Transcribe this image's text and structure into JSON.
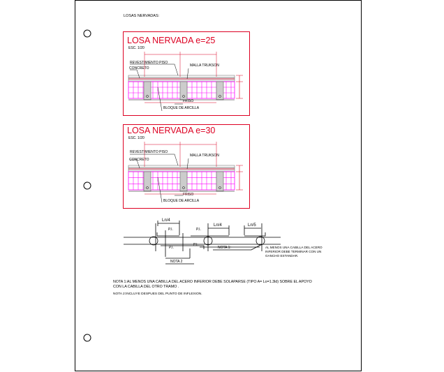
{
  "sheet_title": "LOSAS NERVADAS:",
  "colors": {
    "frame": "#dd0022",
    "block": "#ff00ff",
    "concrete": "#777777",
    "rebar": "#dd0022",
    "ink": "#000000"
  },
  "details": [
    {
      "title": "LOSA  NERVADA e=25",
      "scale": "ESC. 1/20",
      "labels": {
        "revestimiento": "REVESTIMIENTO PISO",
        "concreto": "CONCRETO",
        "malla": "MALLA TRUKSON",
        "friso": "FRISO",
        "bloque": "BLOQUE DE ARCILLA"
      }
    },
    {
      "title": "LOSA  NERVADA e=30",
      "scale": "ESC. 1/20",
      "labels": {
        "revestimiento": "REVESTIMIENTO PISO",
        "concreto": "CONCRETO",
        "malla": "MALLA TRUKSON",
        "friso": "FRISO",
        "bloque": "BLOQUE DE ARCILLA"
      }
    }
  ],
  "rebar_detail": {
    "ln4_left": "Ln/4",
    "ln4_right": "Ln/4",
    "ln5": "Ln/5",
    "pi_top_1": "P.I.",
    "pi_top_2": "P.I.",
    "pi_bottom_1": "P.I.",
    "pi_bottom_2": "P.I.",
    "nota1_tag": "NOTA 1:",
    "nota2_tag": "NOTA 2",
    "side_note_1": "AL MENOS UNA CABILLA DEL ACERO",
    "side_note_2": "INFERIOR DEBE TERMINAR CON UN",
    "side_note_3": "GANCHO ESTANDAR."
  },
  "notes": {
    "nota1_line1": "NOTA 1:AL MENOS UNA CABILLA DEL ACERO INFERIOR DEBE SOLAPARSE (TIPO A= Lo=1.3ld) SOBRE EL APOYO",
    "nota1_line2": "CON LA CABILLA DEL OTRO TRAMO .",
    "nota2": "NOTA 2:INCLUYE DESPUES DEL PUNTO DE INFLEXION."
  }
}
